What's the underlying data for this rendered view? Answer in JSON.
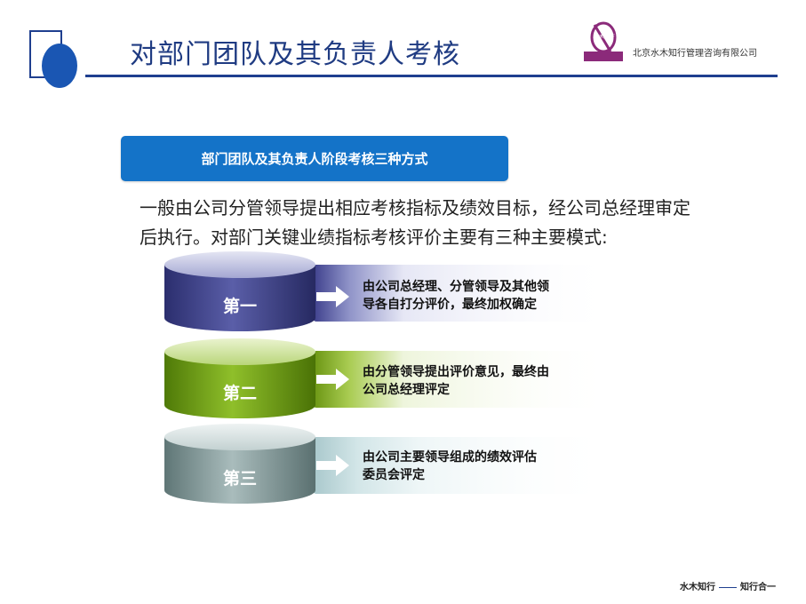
{
  "header": {
    "title": "对部门团队及其负责人考核",
    "company": "北京水木知行管理咨询有限公司",
    "logo_text": "水木知行"
  },
  "banner": {
    "text": "部门团队及其负责人阶段考核三种方式"
  },
  "intro": {
    "line1": "一般由公司分管领导提出相应考核指标及绩效目标，经公司总经理审定",
    "line2": "后执行。对部门关键业绩指标考核评价主要有三种主要模式:"
  },
  "modes": [
    {
      "label": "第一",
      "text_line1": "由公司总经理、分管领导及其他领",
      "text_line2": "导各自打分评价，最终加权确定",
      "color": "#3a3f8a"
    },
    {
      "label": "第二",
      "text_line1": "由分管领导提出评价意见，最终由",
      "text_line2": "公司总经理评定",
      "color": "#6e9a14"
    },
    {
      "label": "第三",
      "text_line1": "由公司主要领导组成的绩效评估",
      "text_line2": "委员会评定",
      "color": "#7c9494"
    }
  ],
  "footer": {
    "left": "水木知行",
    "right": "知行合一"
  }
}
